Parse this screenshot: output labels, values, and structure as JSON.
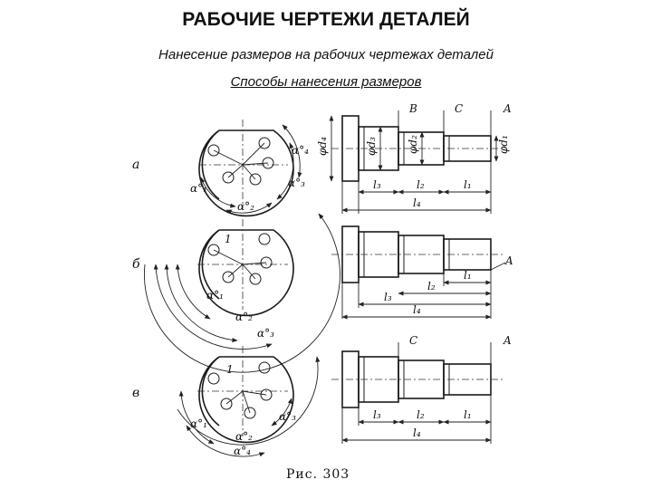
{
  "header": {
    "title": "РАБОЧИЕ ЧЕРТЕЖИ ДЕТАЛЕЙ",
    "subtitle": "Нанесение размеров на рабочих чертежах деталей",
    "section": "Способы нанесения размеров"
  },
  "figure": {
    "caption": "Рис. 303",
    "rows": [
      {
        "label": "а",
        "angle_labels": [
          "α°₁",
          "α°₂",
          "α°₃",
          "α°₄"
        ],
        "diameter_labels": [
          "φd₄",
          "φd₃",
          "φd₂",
          "φd₁"
        ],
        "length_labels": [
          "l₃",
          "l₂",
          "l₁",
          "l₄"
        ],
        "face_labels": [
          "B",
          "C",
          "A"
        ]
      },
      {
        "label": "б",
        "angle_labels": [
          "1",
          "α°₁",
          "α°₂",
          "α°₃"
        ],
        "length_labels": [
          "l₁",
          "l₂",
          "l₃",
          "l₄"
        ],
        "face_labels": [
          "A"
        ]
      },
      {
        "label": "в",
        "angle_labels": [
          "1",
          "α°₁",
          "α°₂",
          "α°₃",
          "α°₄"
        ],
        "length_labels": [
          "l₃",
          "l₂",
          "l₁",
          "l₄"
        ],
        "face_labels": [
          "C",
          "A"
        ]
      }
    ]
  }
}
